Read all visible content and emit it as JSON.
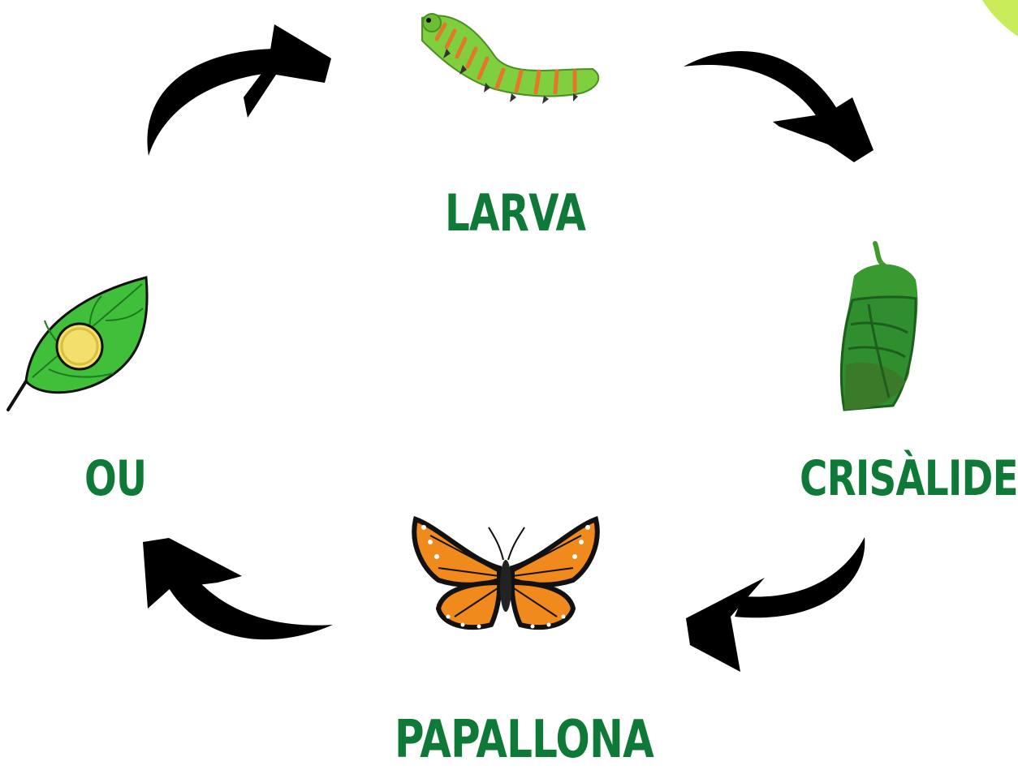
{
  "stages": {
    "larva": "LARVA",
    "crisalide": "CRISÀLIDE",
    "papallona": "PAPALLONA",
    "ou": "OU"
  },
  "colors": {
    "label_green": "#0f7a37",
    "leaf_green": "#3fbf3a",
    "egg_yellow": "#f3df6c",
    "chrysalis_green": "#2f8f2f",
    "caterpillar_green": "#7fcf3f",
    "caterpillar_stripe": "#e3782a",
    "butterfly_orange": "#f08a1c",
    "arrow_black": "#000000",
    "corner_accent": "#c9ec5b"
  },
  "icons": [
    "caterpillar-icon",
    "chrysalis-icon",
    "butterfly-icon",
    "egg-on-leaf-icon"
  ]
}
